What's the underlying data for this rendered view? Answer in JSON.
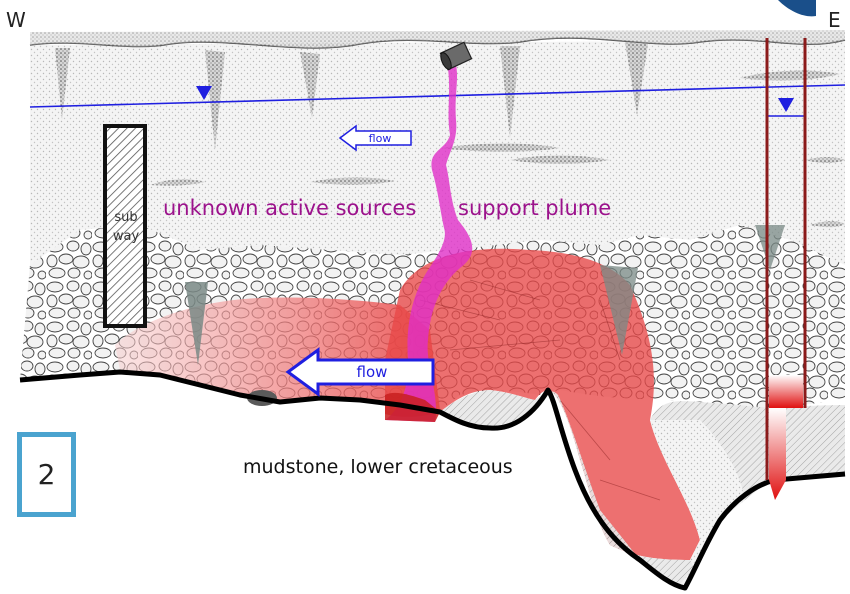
{
  "compass": {
    "west": "W",
    "east": "E"
  },
  "labels": {
    "sources": "unknown active sources",
    "plume": "support plume",
    "mudstone": "mudstone, lower cretaceous",
    "subway": "sub way",
    "flow_upper": "flow",
    "flow_lower": "flow"
  },
  "panel_number": "2",
  "colors": {
    "water_table": "#1f1fe0",
    "source_magenta": "#e030c8",
    "plume_red": "#e83c3c",
    "label_purple": "#9c128c",
    "panel_border": "#4aa3cf",
    "well_casing": "#8b1a1a",
    "flow_arrow": "#1f1fe0"
  }
}
